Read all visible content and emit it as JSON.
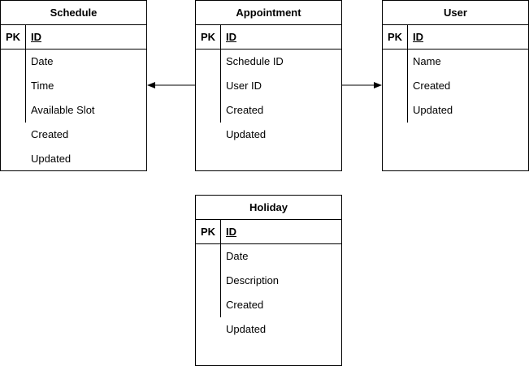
{
  "entities": {
    "schedule": {
      "title": "Schedule",
      "pk_label": "PK",
      "pk_field": "ID",
      "fields": [
        "Date",
        "Time",
        "Available Slot",
        "Created",
        "Updated"
      ]
    },
    "appointment": {
      "title": "Appointment",
      "pk_label": "PK",
      "pk_field": "ID",
      "fields": [
        "Schedule ID",
        "User ID",
        "Created",
        "Updated"
      ]
    },
    "user": {
      "title": "User",
      "pk_label": "PK",
      "pk_field": "ID",
      "fields": [
        "Name",
        "Created",
        "Updated"
      ]
    },
    "holiday": {
      "title": "Holiday",
      "pk_label": "PK",
      "pk_field": "ID",
      "fields": [
        "Date",
        "Description",
        "Created",
        "Updated"
      ]
    }
  },
  "relationships": [
    {
      "from": "appointment",
      "to": "schedule",
      "arrow": "filled"
    },
    {
      "from": "appointment",
      "to": "user",
      "arrow": "filled"
    }
  ],
  "colors": {
    "stroke": "#000000",
    "background": "#ffffff"
  }
}
